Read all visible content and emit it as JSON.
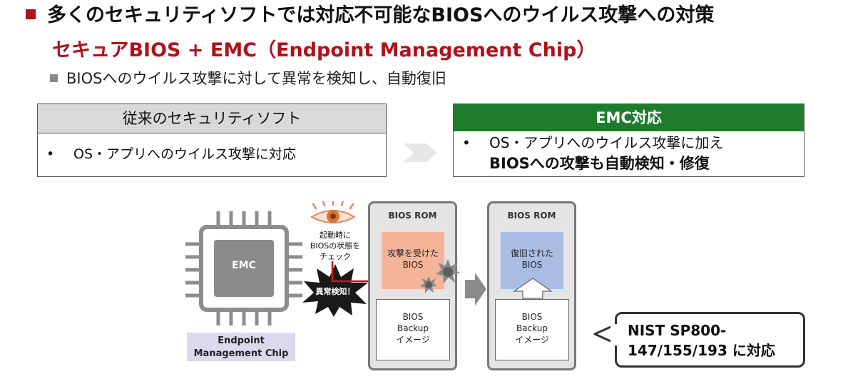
{
  "header": {
    "title": "多くのセキュリティソフトでは対応不可能なBIOSへのウイルス攻撃への対策",
    "subtitle": "セキュアBIOS + EMC（Endpoint Management Chip）",
    "bullet": "BIOSへのウイルス攻撃に対して異常を検知し、自動復旧"
  },
  "comparison": {
    "old": {
      "heading": "従来のセキュリティソフト",
      "bullet_mark": "•",
      "item": "OS・アプリへのウイルス攻撃に対応"
    },
    "new": {
      "heading": "EMC対応",
      "bullet_mark": "•",
      "item_line1": "OS・アプリへのウイルス攻撃に加え",
      "item_line2": "BIOSへの攻撃も自動検知・修復"
    }
  },
  "diagram": {
    "chip_text": "EMC",
    "chip_label_line1": "Endpoint",
    "chip_label_line2": "Management Chip",
    "eye_text_line1": "起動時に",
    "eye_text_line2": "BIOSの状態を",
    "eye_text_line3": "チェック",
    "alert_text": "異常検知！",
    "rom_attacked": {
      "title": "BIOS ROM",
      "upper_line1": "攻撃を受けた",
      "upper_line2": "BIOS",
      "lower_line1": "BIOS",
      "lower_line2": "Backup",
      "lower_line3": "イメージ"
    },
    "rom_restored": {
      "title": "BIOS ROM",
      "upper_line1": "復旧された",
      "upper_line2": "BIOS",
      "lower_line1": "BIOS",
      "lower_line2": "Backup",
      "lower_line3": "イメージ"
    }
  },
  "callout": {
    "line1": "NIST SP800-",
    "line2": "147/155/193 に対応"
  },
  "colors": {
    "brand_red": "#b0121b",
    "emc_green": "#1e7d2c",
    "attacked_fill": "#f5b499",
    "restored_fill": "#a9bde4",
    "chip_label_fill": "#dcd9ec"
  }
}
